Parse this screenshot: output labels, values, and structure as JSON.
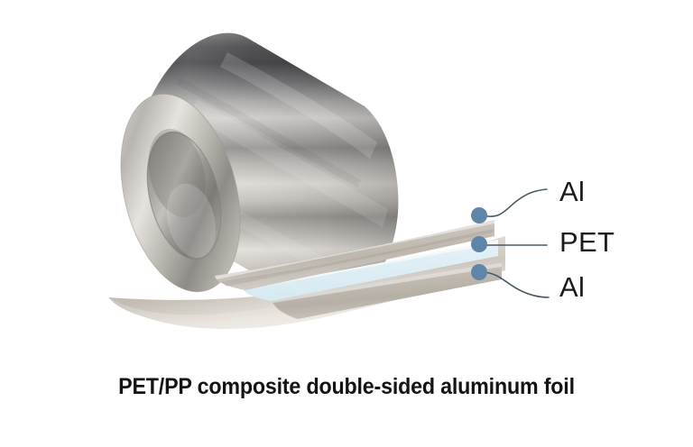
{
  "figure": {
    "title_caption": "PET/PP composite double-sided aluminum foil",
    "background_color": "#ffffff",
    "subject": "aluminum-foil-roll",
    "callouts": [
      {
        "id": "al-top",
        "label": "Al",
        "layer": "top-aluminum-layer",
        "dot_color": "#5f85a8"
      },
      {
        "id": "pet",
        "label": "PET",
        "layer": "middle-pet-layer",
        "dot_color": "#5f85a8"
      },
      {
        "id": "al-bottom",
        "label": "Al",
        "layer": "bottom-aluminum-layer",
        "dot_color": "#5f85a8"
      }
    ],
    "colors": {
      "caption_text": "#141414",
      "label_text": "#1b1b1b",
      "leader_line": "#4a5a68",
      "dot_fill": "#5f85a8",
      "pet_layer": "#e4f0f6",
      "al_layer_top": "#cdc6bd",
      "al_layer_bottom": "#c9c2b9",
      "metal_dark": "#3b3b3d",
      "metal_light": "#e9e9ea"
    }
  }
}
